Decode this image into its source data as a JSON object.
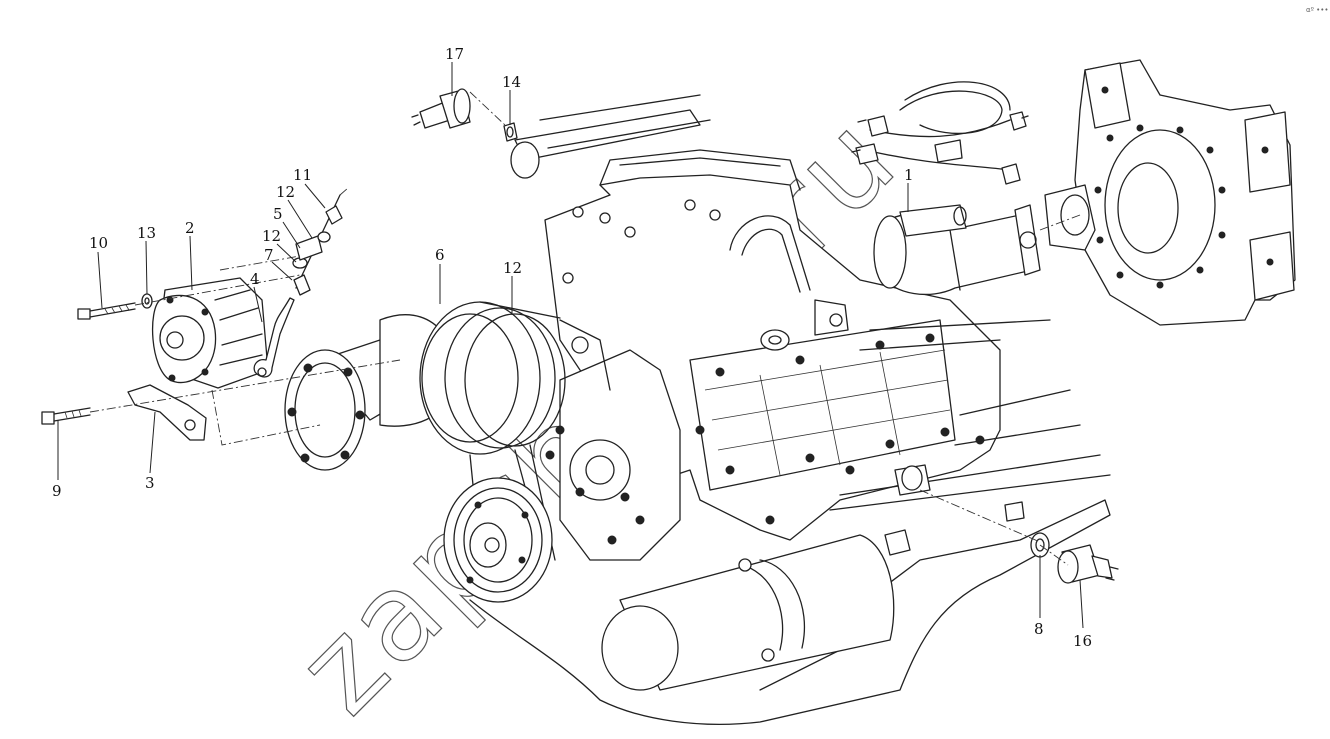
{
  "corner_mark": "αº •••",
  "watermark": "zapchasti.ru",
  "callouts": [
    {
      "id": "c17",
      "text": "17"
    },
    {
      "id": "c14",
      "text": "14"
    },
    {
      "id": "c11",
      "text": "11"
    },
    {
      "id": "c12a",
      "text": "12"
    },
    {
      "id": "c5",
      "text": "5"
    },
    {
      "id": "c12b",
      "text": "12"
    },
    {
      "id": "c7",
      "text": "7"
    },
    {
      "id": "c10",
      "text": "10"
    },
    {
      "id": "c13",
      "text": "13"
    },
    {
      "id": "c2",
      "text": "2"
    },
    {
      "id": "c4",
      "text": "4"
    },
    {
      "id": "c6",
      "text": "6"
    },
    {
      "id": "c12c",
      "text": "12"
    },
    {
      "id": "c1",
      "text": "1"
    },
    {
      "id": "c9",
      "text": "9"
    },
    {
      "id": "c3",
      "text": "3"
    },
    {
      "id": "c8",
      "text": "8"
    },
    {
      "id": "c16",
      "text": "16"
    }
  ]
}
